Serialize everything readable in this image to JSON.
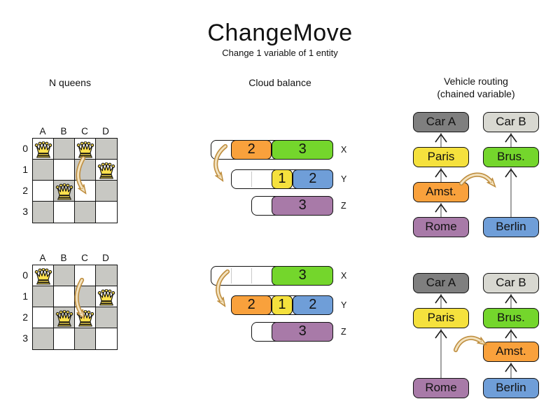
{
  "title": "ChangeMove",
  "subtitle": "Change 1 variable of 1 entity",
  "colors": {
    "orange": "#f9a13c",
    "green": "#74d62c",
    "yellow": "#f5e13d",
    "blue": "#6f9ed8",
    "purple": "#a87aa8",
    "car_a_gray": "#7f7f7f",
    "car_b_gray": "#d8d8d1",
    "board_gray": "#c8c8c3",
    "queen_gold": "#ffe14e",
    "move_arrow_outline": "#bf8e3f",
    "move_arrow_fill": "#f3e3c0",
    "connector_line": "#8a8a8a",
    "connector_arrow": "#1a1a1a"
  },
  "nqueens": {
    "heading": "N queens",
    "col_labels": [
      "A",
      "B",
      "C",
      "D"
    ],
    "row_labels": [
      "0",
      "1",
      "2",
      "3"
    ],
    "move": {
      "piece": "queen",
      "from": "C0",
      "to": "C2"
    },
    "boards": [
      {
        "name": "before",
        "queens": [
          "A0",
          "C0",
          "D1",
          "B2"
        ]
      },
      {
        "name": "after",
        "queens": [
          "A0",
          "D1",
          "B2",
          "C2"
        ]
      }
    ]
  },
  "cloud": {
    "heading": "Cloud balance",
    "move": {
      "process_value": "2",
      "from_computer": "X",
      "to_computer": "Y"
    },
    "states": [
      {
        "name": "before",
        "rows": [
          {
            "label": "X",
            "total_units": 6,
            "free_units": 1,
            "segments": [
              {
                "value": "2",
                "color": "orange"
              },
              {
                "value": "3",
                "color": "green"
              }
            ]
          },
          {
            "label": "Y",
            "total_units": 5,
            "free_units": 2,
            "segments": [
              {
                "value": "1",
                "color": "yellow"
              },
              {
                "value": "2",
                "color": "blue"
              }
            ]
          },
          {
            "label": "Z",
            "total_units": 4,
            "free_units": 1,
            "segments": [
              {
                "value": "3",
                "color": "purple"
              }
            ]
          }
        ]
      },
      {
        "name": "after",
        "rows": [
          {
            "label": "X",
            "total_units": 6,
            "free_units": 3,
            "segments": [
              {
                "value": "3",
                "color": "green"
              }
            ]
          },
          {
            "label": "Y",
            "total_units": 5,
            "free_units": 0,
            "segments": [
              {
                "value": "2",
                "color": "orange"
              },
              {
                "value": "1",
                "color": "yellow"
              },
              {
                "value": "2",
                "color": "blue"
              }
            ]
          },
          {
            "label": "Z",
            "total_units": 4,
            "free_units": 1,
            "segments": [
              {
                "value": "3",
                "color": "purple"
              }
            ]
          }
        ]
      }
    ]
  },
  "vehicle": {
    "heading_line1": "Vehicle routing",
    "heading_line2": "(chained variable)",
    "move": {
      "moved_box": "Amst.",
      "from_chain": "Car A",
      "to_chain": "Car B"
    },
    "states": [
      {
        "name": "before",
        "chains": [
          {
            "boxes": [
              {
                "label": "Car A",
                "color": "car_a_gray",
                "row": 0
              },
              {
                "label": "Paris",
                "color": "yellow",
                "row": 1
              },
              {
                "label": "Amst.",
                "color": "orange",
                "row": 2
              },
              {
                "label": "Rome",
                "color": "purple",
                "row": 3
              }
            ]
          },
          {
            "boxes": [
              {
                "label": "Car B",
                "color": "car_b_gray",
                "row": 0
              },
              {
                "label": "Brus.",
                "color": "green",
                "row": 1
              },
              {
                "label": "Berlin",
                "color": "blue",
                "row": 3
              }
            ]
          }
        ]
      },
      {
        "name": "after",
        "chains": [
          {
            "boxes": [
              {
                "label": "Car A",
                "color": "car_a_gray",
                "row": 0
              },
              {
                "label": "Paris",
                "color": "yellow",
                "row": 1
              },
              {
                "label": "Rome",
                "color": "purple",
                "row": 3
              }
            ]
          },
          {
            "boxes": [
              {
                "label": "Car B",
                "color": "car_b_gray",
                "row": 0
              },
              {
                "label": "Brus.",
                "color": "green",
                "row": 1
              },
              {
                "label": "Amst.",
                "color": "orange",
                "row": 2
              },
              {
                "label": "Berlin",
                "color": "blue",
                "row": 3
              }
            ]
          }
        ]
      }
    ]
  }
}
